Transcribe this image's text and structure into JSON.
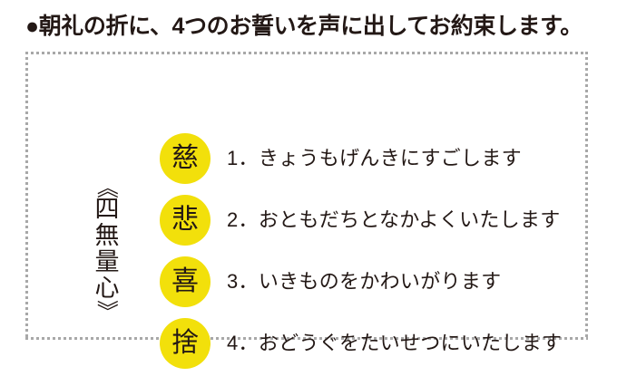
{
  "heading": {
    "bullet": "●",
    "text": "●朝礼の折に、4つのお誓いを声に出してお約束します。"
  },
  "panel": {
    "vertical_label": {
      "open_bracket": "《",
      "chars": [
        "四",
        "無",
        "量",
        "心"
      ],
      "close_bracket": "》",
      "full_text": "《四無量心》"
    },
    "vows": [
      {
        "kanji": "慈",
        "number": "1.",
        "text": "きょうもげんきにすごします",
        "full_text": "1．きょうもげんきにすごします"
      },
      {
        "kanji": "悲",
        "number": "2.",
        "text": "おともだちとなかよくいたします",
        "full_text": "2．おともだちとなかよくいたします"
      },
      {
        "kanji": "喜",
        "number": "3.",
        "text": "いきものをかわいがります",
        "full_text": "3．いきものをかわいがります"
      },
      {
        "kanji": "捨",
        "number": "4.",
        "text": "おどうぐをたいせつにいたします",
        "full_text": "4．おどうぐをたいせつにいたします"
      }
    ]
  },
  "colors": {
    "text": "#231815",
    "badge_yellow": "#f2e00b",
    "border_gray": "#a8a8a8",
    "background": "#ffffff"
  }
}
